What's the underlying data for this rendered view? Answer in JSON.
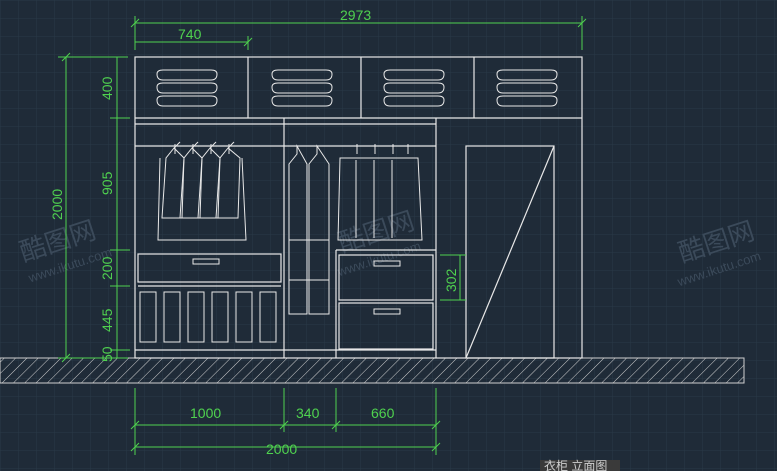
{
  "drawing": {
    "top_dimensions": {
      "overall_width": "2973",
      "cabinet_width": "740"
    },
    "left_dimensions": {
      "overall_height": "2000",
      "top_section": "400",
      "hanging_section": "905",
      "drawer_section": "200",
      "bottom_section": "445",
      "plinth": "50"
    },
    "inner_dimension": "302",
    "bottom_dimensions": {
      "left": "1000",
      "middle": "340",
      "right": "660",
      "total": "2000"
    },
    "watermark": {
      "brand": "酷图网",
      "url": "www.ikutu.com"
    },
    "footer_label": "衣柜  立面图"
  },
  "colors": {
    "background": "#1f2b38",
    "grid": "#2a3947",
    "lines": "#e8e8e8",
    "dimensions": "#4fd24f"
  }
}
